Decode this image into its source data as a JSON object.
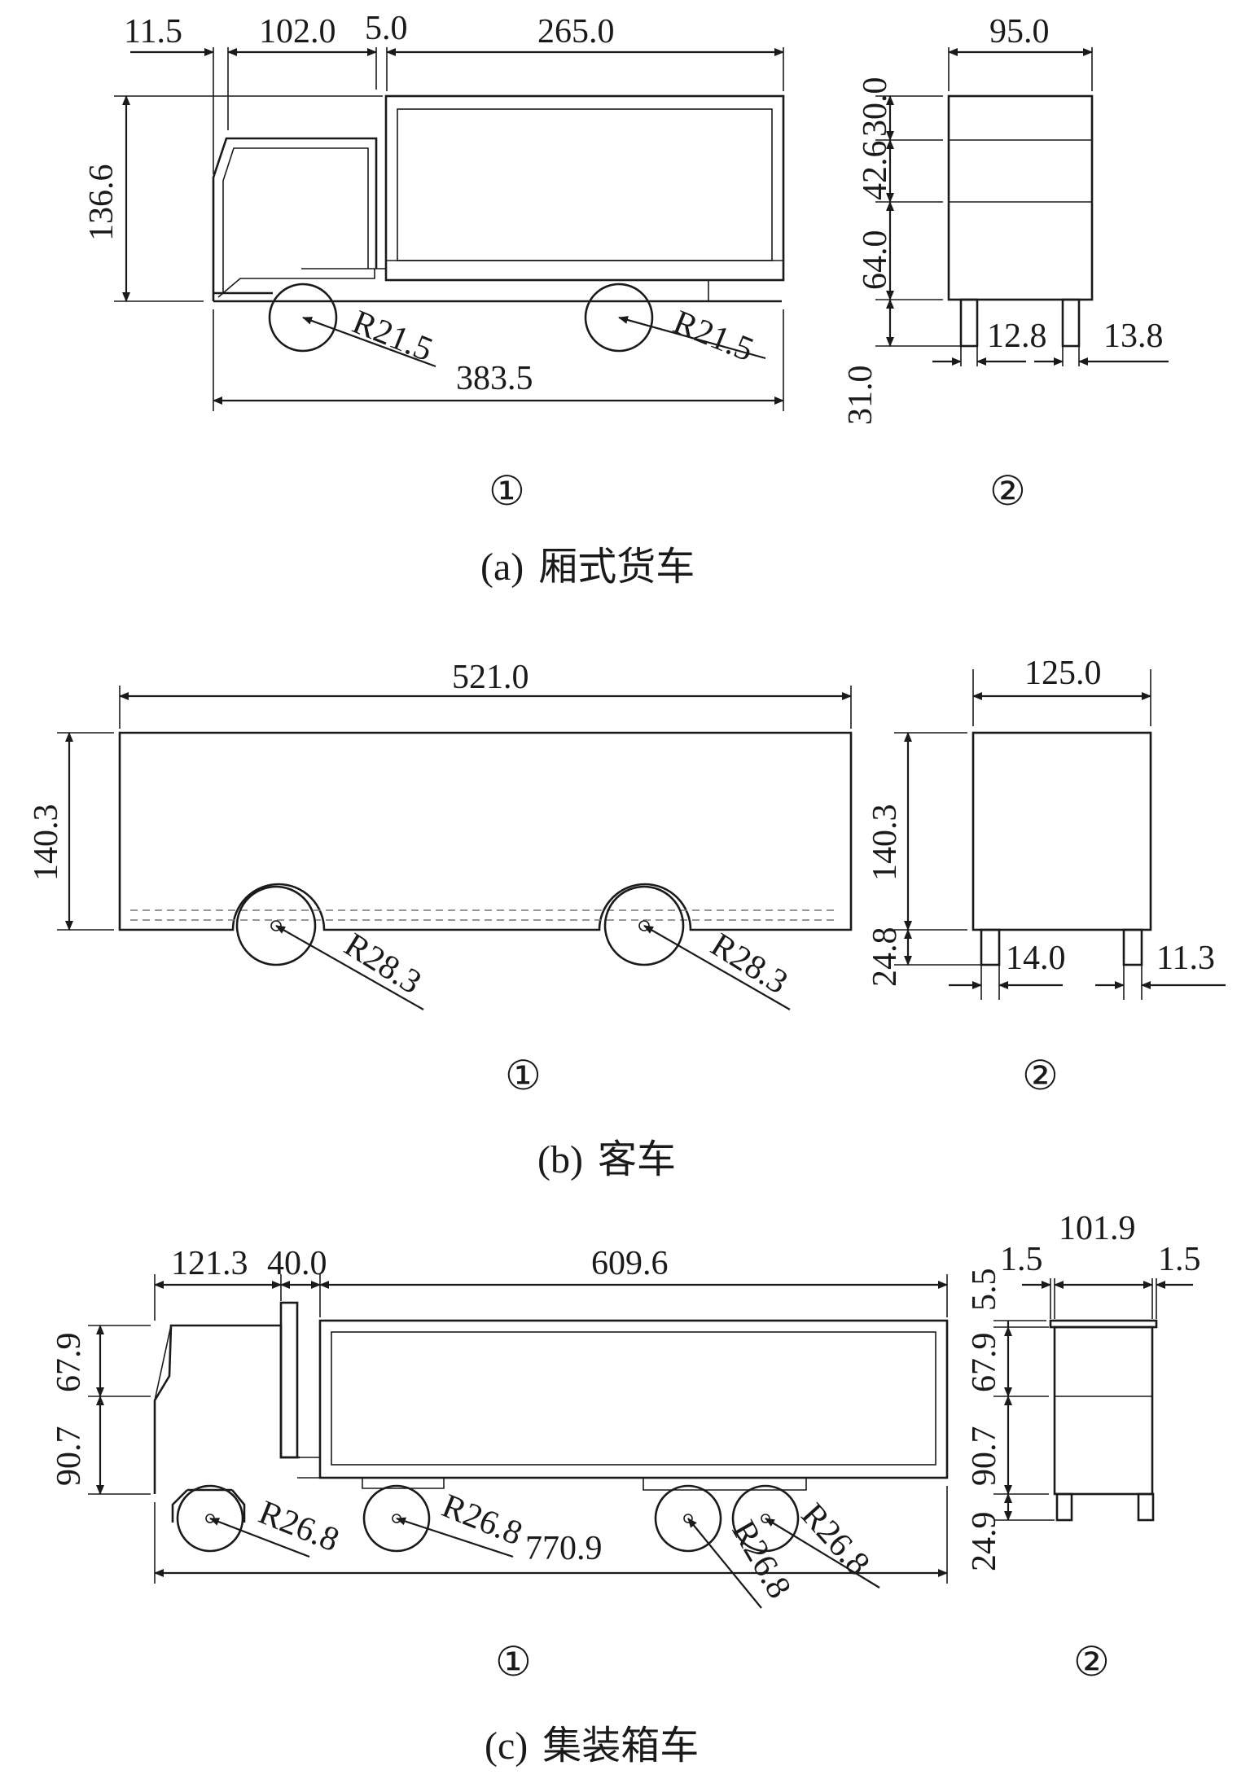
{
  "panels": {
    "a": {
      "caption_letter": "(a)",
      "caption_text": "厢式货车",
      "side_view_label": "①",
      "front_view_label": "②",
      "dims": {
        "bumper": "11.5",
        "cab": "102.0",
        "gap": "5.0",
        "box": "265.0",
        "height": "136.6",
        "wheel_radius_front": "R21.5",
        "wheel_radius_rear": "R21.5",
        "total_length": "383.5",
        "width": "95.0",
        "front_h1": "30.0",
        "front_h2": "42.6",
        "front_h3": "64.0",
        "clearance": "31.0",
        "wheel_width_left": "12.8",
        "wheel_width_right": "13.8"
      }
    },
    "b": {
      "caption_letter": "(b)",
      "caption_text": "客车",
      "side_view_label": "①",
      "front_view_label": "②",
      "dims": {
        "length": "521.0",
        "height_side": "140.3",
        "wheel_radius_front": "R28.3",
        "wheel_radius_rear": "R28.3",
        "width": "125.0",
        "height_front": "140.3",
        "clearance": "24.8",
        "wheel_width_left": "14.0",
        "wheel_width_right": "11.3"
      }
    },
    "c": {
      "caption_letter": "(c)",
      "caption_text": "集装箱车",
      "side_view_label": "①",
      "front_view_label": "②",
      "dims": {
        "cab": "121.3",
        "gap": "40.0",
        "container": "609.6",
        "side_h1": "67.9",
        "side_h2": "90.7",
        "wheel_radius_1": "R26.8",
        "wheel_radius_2": "R26.8",
        "wheel_radius_3": "R26.8",
        "wheel_radius_4": "R26.8",
        "total_length": "770.9",
        "front_side_left": "1.5",
        "width": "101.9",
        "front_side_right": "1.5",
        "front_h0": "5.5",
        "front_h1": "67.9",
        "front_h2": "90.7",
        "clearance": "24.9"
      }
    }
  }
}
